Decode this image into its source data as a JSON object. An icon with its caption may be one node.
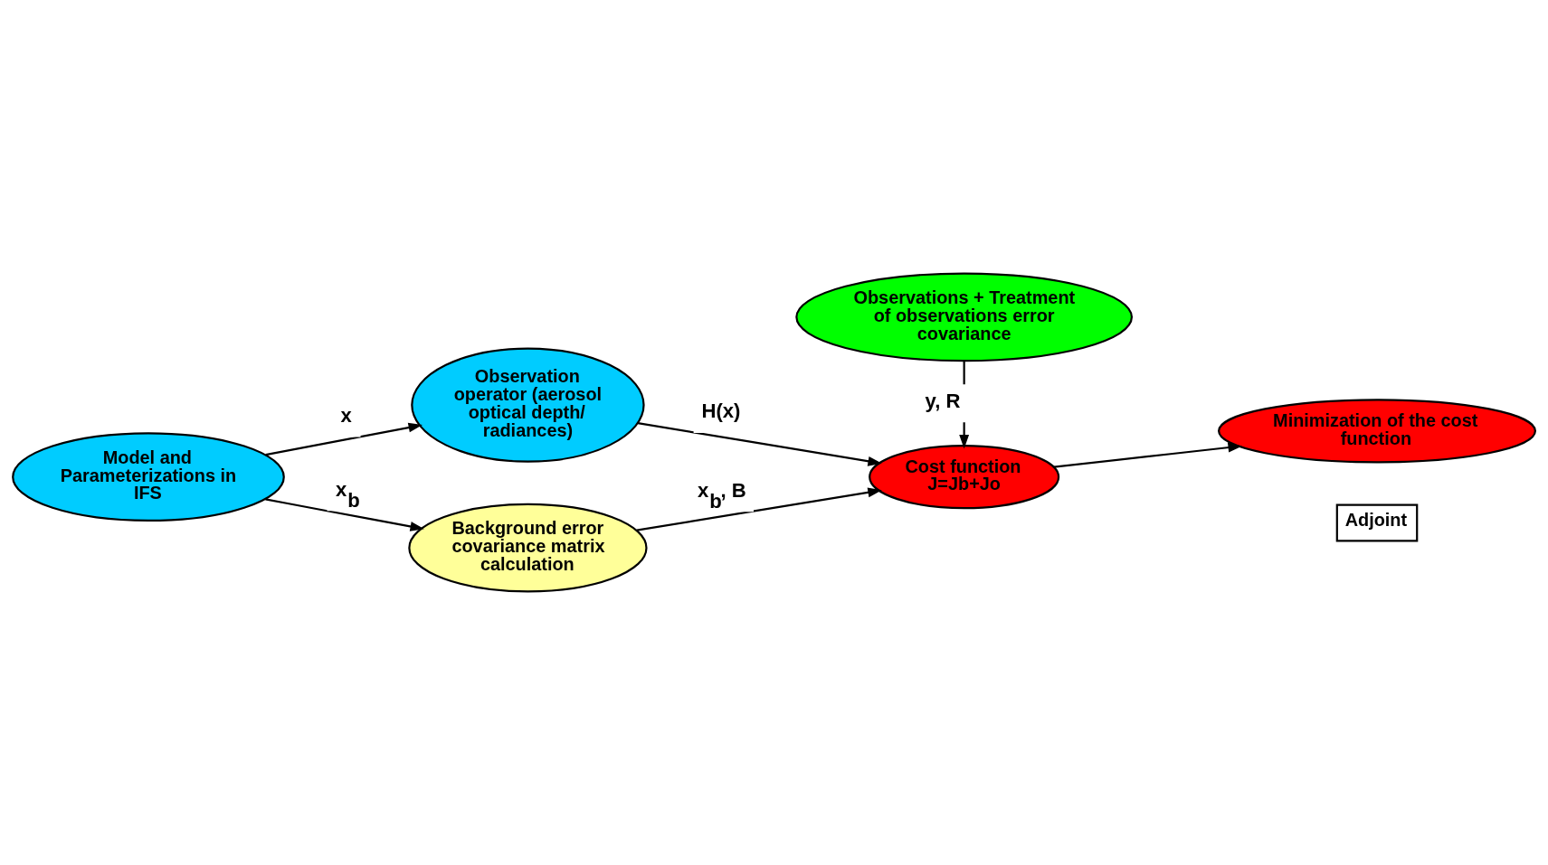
{
  "diagram": {
    "nodes": [
      {
        "text": [
          "Model and Parameterizations in IFS"
        ]
      },
      {
        "text": [
          "Observation operator (aerosol optical depth/ radiances)"
        ]
      },
      {
        "text": [
          "Observations + Treatment of observations error covariance"
        ]
      },
      {
        "text": [
          "Background error covariance matrix calculation"
        ]
      },
      {
        "text": [
          "Cost function",
          "J=Jb+Jo"
        ]
      },
      {
        "text": [
          "Minimization of the cost function"
        ]
      },
      {
        "text": [
          "Adjoint"
        ]
      }
    ],
    "edges": [
      {
        "from": 0,
        "to": 1,
        "arrow": "to",
        "label": "x"
      },
      {
        "from": 1,
        "to": 4,
        "arrow": "to",
        "label": "H(x)"
      },
      {
        "from": 2,
        "to": 4,
        "arrow": "to",
        "label": "y, R"
      },
      {
        "from": 0,
        "to": 3,
        "arrow": "to",
        "label": "x$_{b}$"
      },
      {
        "from": 3,
        "to": 4,
        "arrow": "to",
        "label": "x$_{b}$, B"
      },
      {
        "from": 4,
        "to": 5,
        "arrow": "to"
      }
    ]
  }
}
